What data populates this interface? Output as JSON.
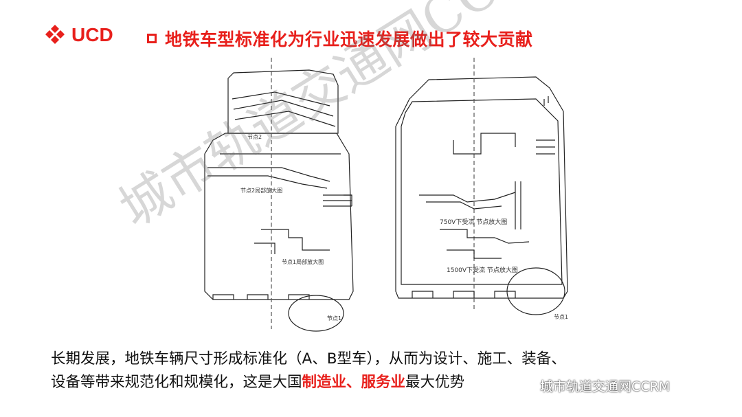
{
  "logo": {
    "text": "UCD",
    "color": "#e8201c"
  },
  "title": {
    "text": "地铁车型标准化为行业迅速发展做出了较大贡献",
    "color": "#e8201c"
  },
  "diagram": {
    "left": {
      "labels": [
        "节点2",
        "节点2局部放大图",
        "节点1局部放大图",
        "节点1"
      ]
    },
    "right": {
      "labels": [
        "750V下受流 节点放大图",
        "1500V下受流 节点放大图",
        "节点1"
      ]
    }
  },
  "body": {
    "line1": "长期发展，地铁车辆尺寸形成标准化（A、B型车），从而为设计、施工、装备、",
    "line2_prefix": "设备等带来规范化和规模化，这是大国",
    "line2_highlight": "制造业、服务业",
    "line2_suffix": "最大优势"
  },
  "watermark": {
    "diagonal": "城市轨道交通网CCRM",
    "badge": "城市轨道交通网CCRM",
    "icon": "wechat-icon"
  }
}
